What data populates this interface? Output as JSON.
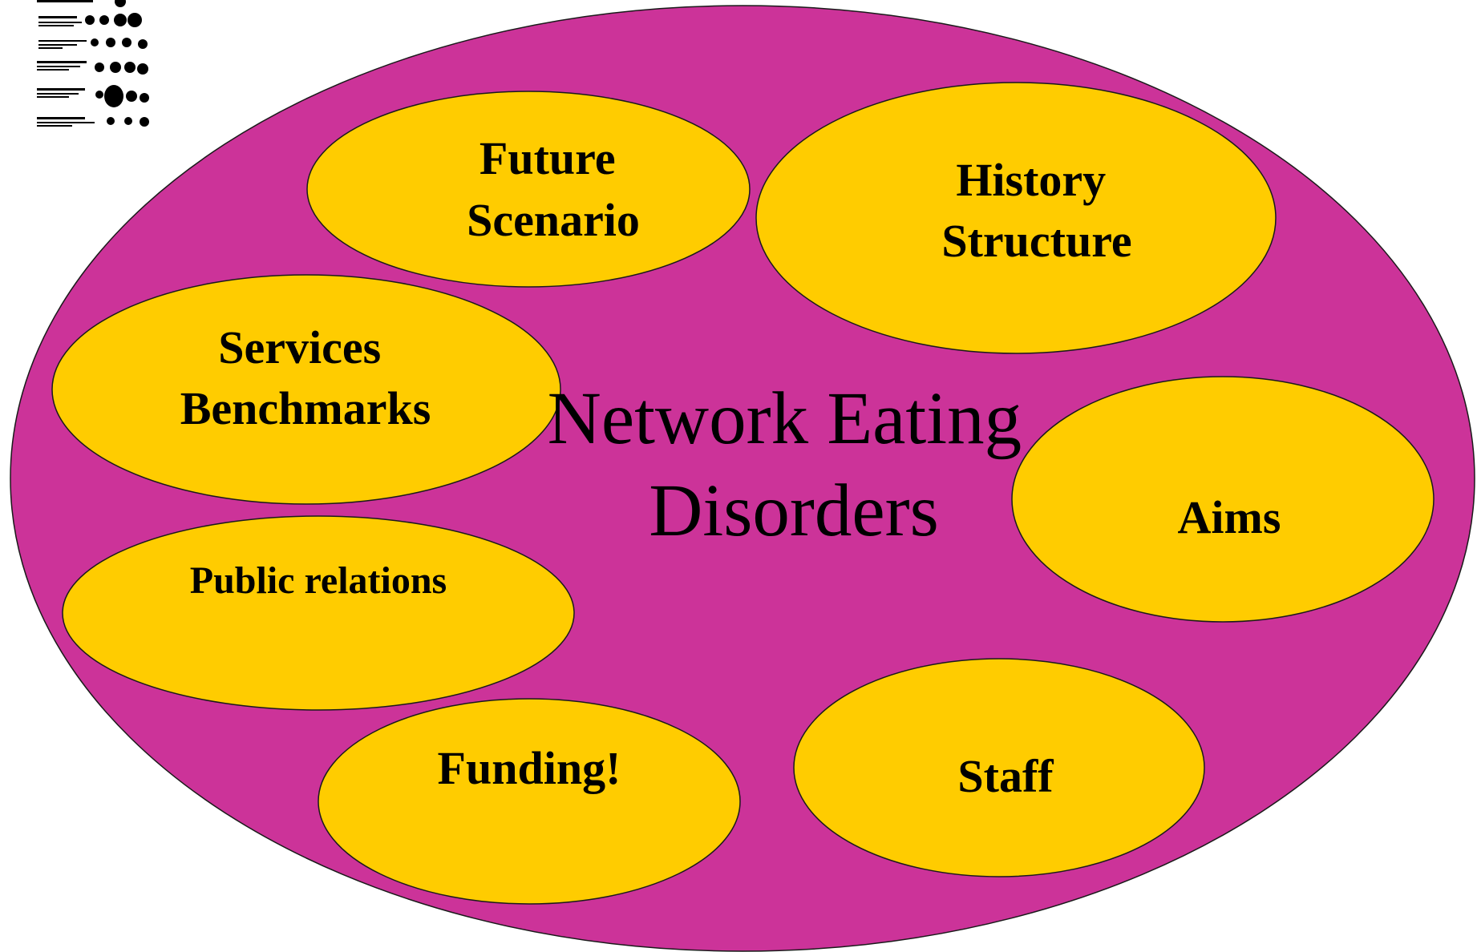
{
  "colors": {
    "outer_fill": "#cc3399",
    "bubble_fill": "#ffcc00",
    "outline": "#1a1a1a",
    "text": "#000000"
  },
  "logo": {
    "icon": "network-figures-logo-icon"
  },
  "center": {
    "lines": [
      "Network Eating",
      "Disorders"
    ]
  },
  "bubbles": [
    {
      "id": "future-scenario",
      "lines": [
        "Future",
        "Scenario"
      ]
    },
    {
      "id": "history-structure",
      "lines": [
        "History",
        "Structure"
      ]
    },
    {
      "id": "services-benchmarks",
      "lines": [
        "Services",
        "Benchmarks"
      ]
    },
    {
      "id": "aims",
      "lines": [
        "Aims"
      ]
    },
    {
      "id": "public-relations",
      "lines": [
        "Public relations"
      ]
    },
    {
      "id": "funding",
      "lines": [
        "Funding!"
      ]
    },
    {
      "id": "staff",
      "lines": [
        "Staff"
      ]
    }
  ]
}
